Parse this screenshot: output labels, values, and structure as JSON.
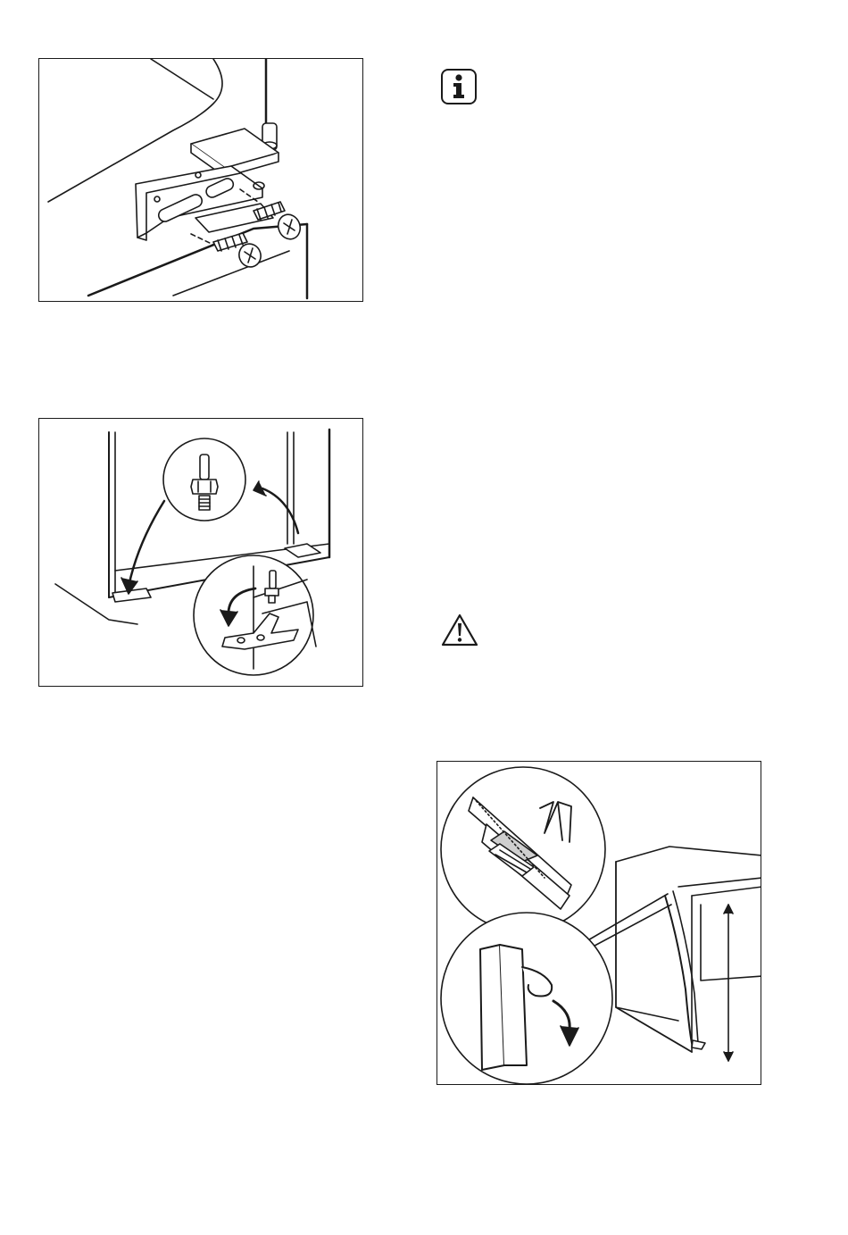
{
  "page": {
    "figures": [
      {
        "id": "hinge",
        "icon": "hinge-mounting-illustration"
      },
      {
        "id": "feet",
        "icon": "adjustable-foot-illustration"
      },
      {
        "id": "seal",
        "icon": "seal-strip-cutting-illustration"
      }
    ],
    "symbols": {
      "info": {
        "icon": "info-icon",
        "glyph": "i"
      },
      "warning": {
        "icon": "warning-triangle-icon",
        "glyph": "!"
      }
    },
    "colors": {
      "ink": "#1a1a1a",
      "paper": "#ffffff",
      "shade": "#cfcfcf"
    }
  }
}
